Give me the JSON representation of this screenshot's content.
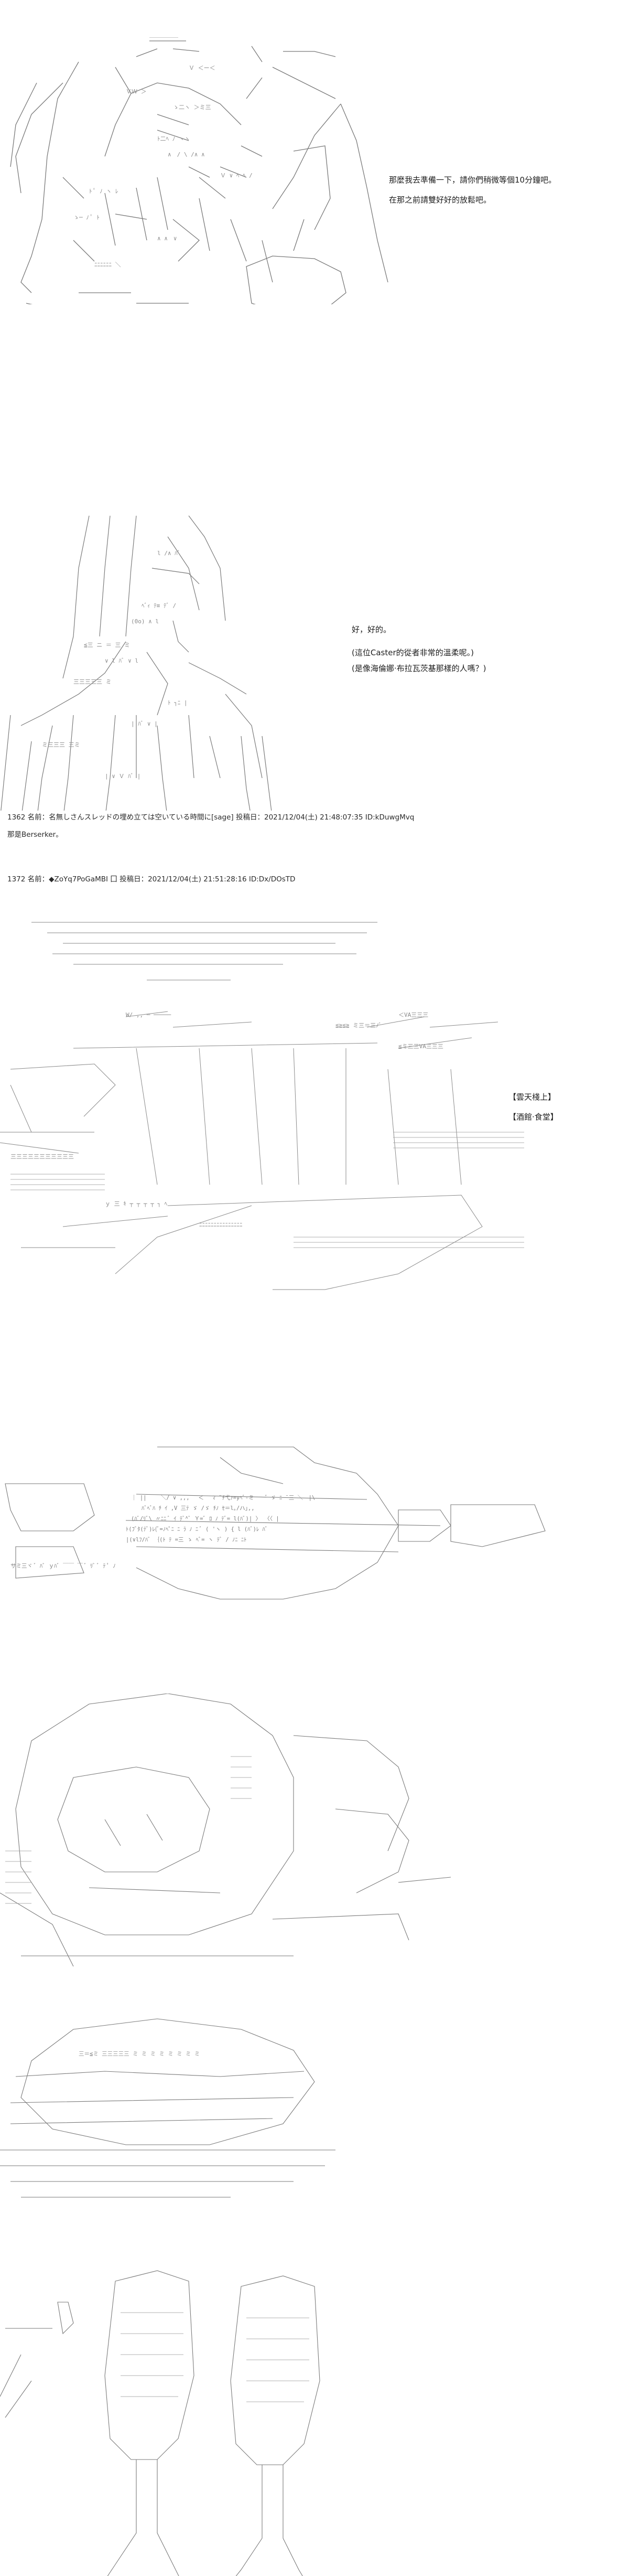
{
  "panel1": {
    "dialogue": [
      "那麼我去準備一下，請你們稍微等個10分鐘吧。",
      "在那之前請雙好好的放鬆吧。"
    ]
  },
  "panel2": {
    "dialogue": [
      "好，好的。",
      "",
      "(這位Caster的從者非常的溫柔呢。)",
      "(是像海倫娜·布拉瓦茨基那樣的人嗎？)"
    ]
  },
  "post1362": {
    "header": "1362 名前：名無しさんスレッドの埋め立ては空いている時間に[sage] 投稿日：2021/12/04(土) 21:48:07:35 ID:kDuwgMvq",
    "body": "那是Berserker。"
  },
  "post1372": {
    "header": "1372 名前：◆ZoYq7PoGaMBI 囗 投稿日：2021/12/04(土) 21:51:28:16 ID:Dx/DOsTD"
  },
  "panel3": {
    "dialogue": [
      "【雲天棧上】",
      "【酒館·食堂】"
    ]
  },
  "panel4": {
    "lines": [
      "｜ ||　　 ＼/ ∨ ,,,　 ＜ 　ﾏ ¨ﾁ弋ｧ=yﾍﾞ-ミ　　゛ゞ ﾆ ¨三 ＼　|\\",
      "ﾊﾞﾍﾞﾊ ﾁ ｲ ,V 三ﾃ ゞ /ゞ ﾁﾉ ｾ＝l｡/ハ｣,,",
      "(ﾊﾞ/ﾘﾞ\\ 〃ﾆﾆ ﾞ ｲ ﾃﾞ^ﾞ Ｙ=ﾞ ﾛ ﾉ ﾃﾞ= l(ﾊﾞ)| 〉 〈〈 |",
      "ﾄ(ﾌﾞﾀ(ﾃﾞ)ﾚ(ﾞ=ﾉﾍﾟﾆ ﾆ ﾗ ﾉ ﾆ ﾞ ( 'ヽ ) { l (ﾊﾞ)ﾚ ﾊﾞ",
      "|(∨lﾌ/ﾊﾞ ｛(ﾄ ﾃ =三 ゝ ﾍﾞ= ヽ ﾃﾞ / ﾉﾆ  ﾆﾄ",
      "サミ三ヾ ﾞ ﾊﾞ ｙﾊﾞ ￣￣ ￣ ﾞ ﾘﾞ ﾞ ﾃ ﾟ ﾉ"
    ]
  },
  "panel_labels": {
    "p6": "三＝≦ミ 三三三三三 ミ ミ ミ ミ ミ ミ ミ ミ"
  }
}
